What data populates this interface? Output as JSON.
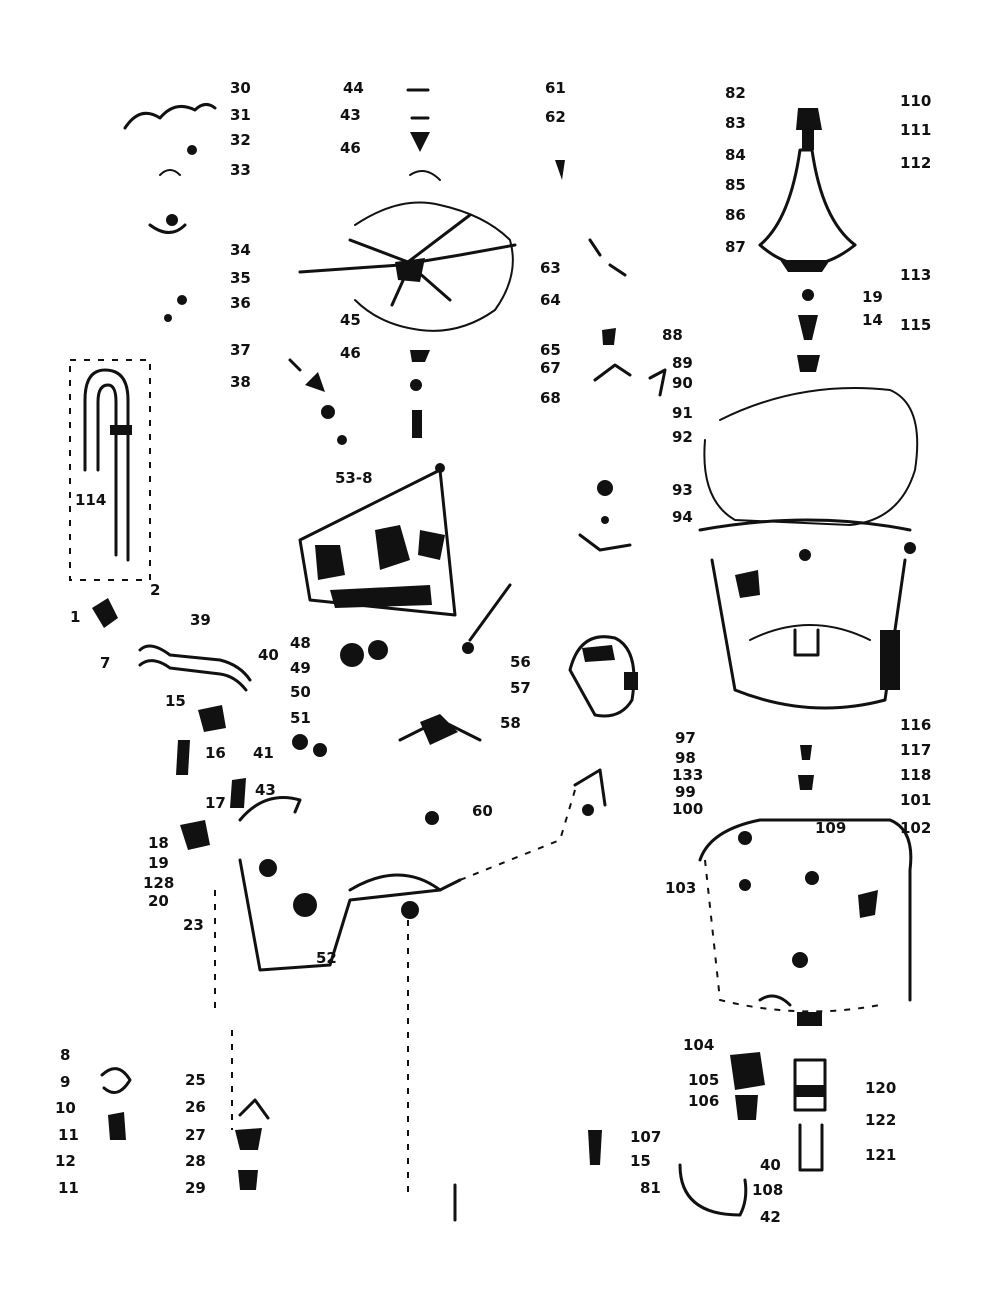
{
  "callouts": [
    {
      "id": "c30",
      "text": "30"
    },
    {
      "id": "c31",
      "text": "31"
    },
    {
      "id": "c32",
      "text": "32"
    },
    {
      "id": "c33",
      "text": "33"
    },
    {
      "id": "c34",
      "text": "34"
    },
    {
      "id": "c35",
      "text": "35"
    },
    {
      "id": "c36",
      "text": "36"
    },
    {
      "id": "c37",
      "text": "37"
    },
    {
      "id": "c38",
      "text": "38"
    },
    {
      "id": "c44",
      "text": "44"
    },
    {
      "id": "c43top",
      "text": "43"
    },
    {
      "id": "c46",
      "text": "46"
    },
    {
      "id": "c45",
      "text": "45"
    },
    {
      "id": "c46b",
      "text": "46"
    },
    {
      "id": "c61",
      "text": "61"
    },
    {
      "id": "c62",
      "text": "62"
    },
    {
      "id": "c63",
      "text": "63"
    },
    {
      "id": "c64",
      "text": "64"
    },
    {
      "id": "c65",
      "text": "65"
    },
    {
      "id": "c67",
      "text": "67"
    },
    {
      "id": "c68",
      "text": "68"
    },
    {
      "id": "c82",
      "text": "82"
    },
    {
      "id": "c83",
      "text": "83"
    },
    {
      "id": "c84",
      "text": "84"
    },
    {
      "id": "c85",
      "text": "85"
    },
    {
      "id": "c86",
      "text": "86"
    },
    {
      "id": "c87",
      "text": "87"
    },
    {
      "id": "c88",
      "text": "88"
    },
    {
      "id": "c89",
      "text": "89"
    },
    {
      "id": "c90",
      "text": "90"
    },
    {
      "id": "c91",
      "text": "91"
    },
    {
      "id": "c92",
      "text": "92"
    },
    {
      "id": "c93",
      "text": "93"
    },
    {
      "id": "c94",
      "text": "94"
    },
    {
      "id": "c110",
      "text": "110"
    },
    {
      "id": "c111",
      "text": "111"
    },
    {
      "id": "c112",
      "text": "112"
    },
    {
      "id": "c113",
      "text": "113"
    },
    {
      "id": "c115",
      "text": "115"
    },
    {
      "id": "c19r",
      "text": "19"
    },
    {
      "id": "c14r",
      "text": "14"
    },
    {
      "id": "c114",
      "text": "114"
    },
    {
      "id": "c2",
      "text": "2"
    },
    {
      "id": "c1",
      "text": "1"
    },
    {
      "id": "c7",
      "text": "7"
    },
    {
      "id": "c39",
      "text": "39"
    },
    {
      "id": "c40",
      "text": "40"
    },
    {
      "id": "c15",
      "text": "15"
    },
    {
      "id": "c16",
      "text": "16"
    },
    {
      "id": "c17",
      "text": "17"
    },
    {
      "id": "c18",
      "text": "18"
    },
    {
      "id": "c19",
      "text": "19"
    },
    {
      "id": "c128",
      "text": "128"
    },
    {
      "id": "c20",
      "text": "20"
    },
    {
      "id": "c23",
      "text": "23"
    },
    {
      "id": "c41",
      "text": "41"
    },
    {
      "id": "c43",
      "text": "43"
    },
    {
      "id": "c48",
      "text": "48"
    },
    {
      "id": "c49",
      "text": "49"
    },
    {
      "id": "c50",
      "text": "50"
    },
    {
      "id": "c51",
      "text": "51"
    },
    {
      "id": "c52",
      "text": "52"
    },
    {
      "id": "c53",
      "text": "53-8"
    },
    {
      "id": "c56",
      "text": "56"
    },
    {
      "id": "c57",
      "text": "57"
    },
    {
      "id": "c58",
      "text": "58"
    },
    {
      "id": "c60",
      "text": "60"
    },
    {
      "id": "c8",
      "text": "8"
    },
    {
      "id": "c9",
      "text": "9"
    },
    {
      "id": "c10",
      "text": "10"
    },
    {
      "id": "c11",
      "text": "11"
    },
    {
      "id": "c12",
      "text": "12"
    },
    {
      "id": "c13",
      "text": "11"
    },
    {
      "id": "c25",
      "text": "25"
    },
    {
      "id": "c26",
      "text": "26"
    },
    {
      "id": "c27",
      "text": "27"
    },
    {
      "id": "c28",
      "text": "28"
    },
    {
      "id": "c29",
      "text": "29"
    },
    {
      "id": "c97",
      "text": "97"
    },
    {
      "id": "c98",
      "text": "98"
    },
    {
      "id": "c133",
      "text": "133"
    },
    {
      "id": "c99",
      "text": "99"
    },
    {
      "id": "c100",
      "text": "100"
    },
    {
      "id": "c116",
      "text": "116"
    },
    {
      "id": "c117",
      "text": "117"
    },
    {
      "id": "c118",
      "text": "118"
    },
    {
      "id": "c101",
      "text": "101"
    },
    {
      "id": "c102",
      "text": "102"
    },
    {
      "id": "c109",
      "text": "109"
    },
    {
      "id": "c103",
      "text": "103"
    },
    {
      "id": "c104",
      "text": "104"
    },
    {
      "id": "c105",
      "text": "105"
    },
    {
      "id": "c106",
      "text": "106"
    },
    {
      "id": "c107",
      "text": "107"
    },
    {
      "id": "c108",
      "text": "108"
    },
    {
      "id": "c81",
      "text": "81"
    },
    {
      "id": "c40b",
      "text": "40"
    },
    {
      "id": "c42",
      "text": "42"
    },
    {
      "id": "c120",
      "text": "120"
    },
    {
      "id": "c122",
      "text": "122"
    },
    {
      "id": "c121",
      "text": "121"
    },
    {
      "id": "c15b",
      "text": "15"
    }
  ]
}
